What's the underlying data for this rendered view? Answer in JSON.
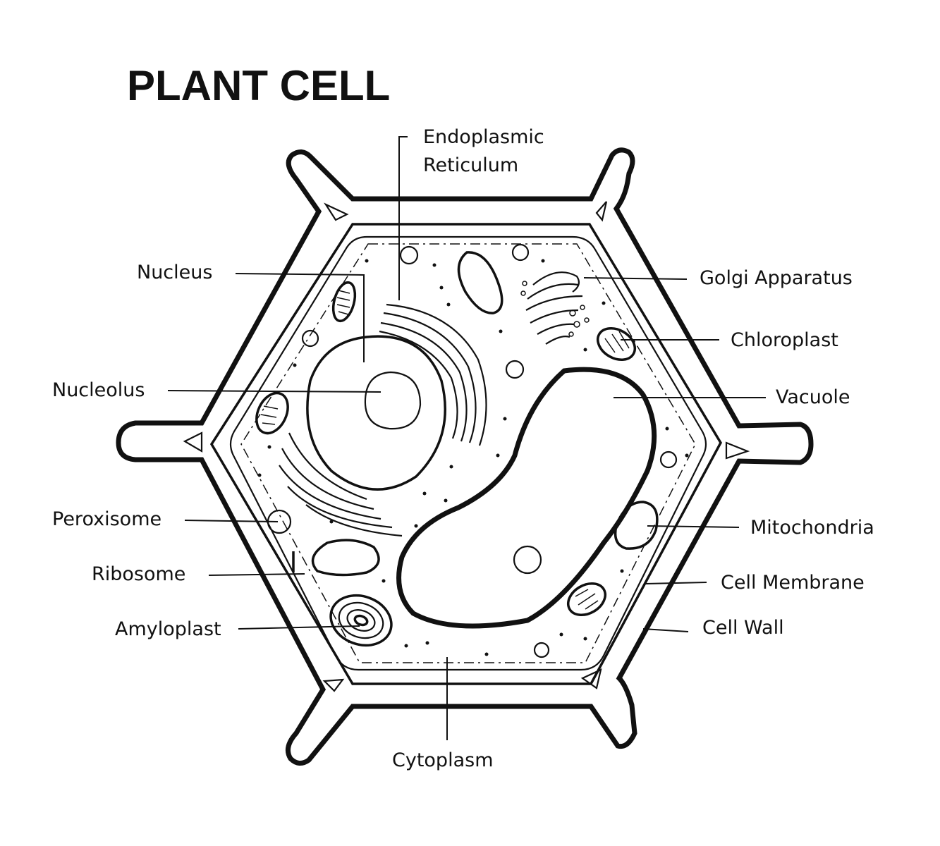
{
  "title": "PLANT CELL",
  "labels": {
    "endoplasmic_reticulum_line1": "Endoplasmic",
    "endoplasmic_reticulum_line2": "Reticulum",
    "nucleus": "Nucleus",
    "nucleolus": "Nucleolus",
    "golgi_apparatus": "Golgi Apparatus",
    "chloroplast": "Chloroplast",
    "vacuole": "Vacuole",
    "peroxisome": "Peroxisome",
    "ribosome": "Ribosome",
    "amyloplast": "Amyloplast",
    "mitochondria": "Mitochondria",
    "cell_membrane": "Cell Membrane",
    "cell_wall": "Cell Wall",
    "cytoplasm": "Cytoplasm"
  },
  "colors": {
    "ink": "#111111",
    "background": "#ffffff"
  }
}
